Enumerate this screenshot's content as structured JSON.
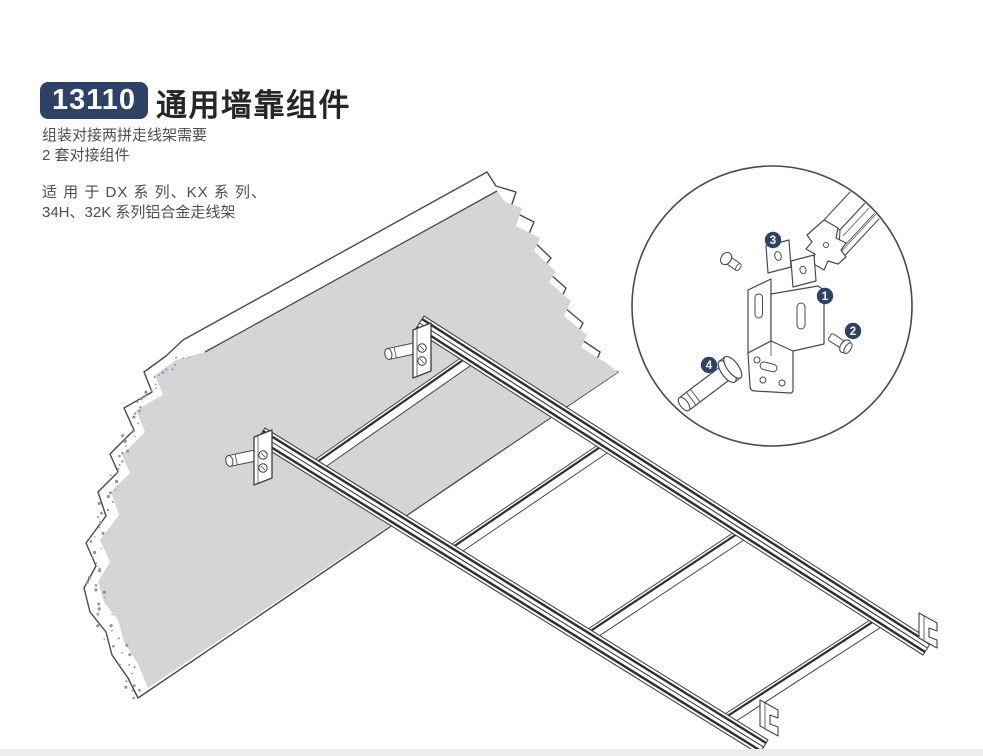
{
  "header": {
    "product_code": "13110",
    "title": "通用墙靠组件",
    "description_lines": [
      "组装对接两拼走线架需要",
      "2 套对接组件"
    ],
    "applicability_lines": [
      "适 用 于 DX 系 列、KX 系 列、",
      "34H、32K 系列铝合金走线架"
    ]
  },
  "callout": {
    "badges": [
      "1",
      "2",
      "3",
      "4"
    ]
  },
  "colors": {
    "accent_navy": "#2d4266",
    "wall_gray": "#d3d5d7",
    "line_dark": "#3f3f3f",
    "footer_gray": "#ededed",
    "body_text": "#4d4d4d"
  }
}
